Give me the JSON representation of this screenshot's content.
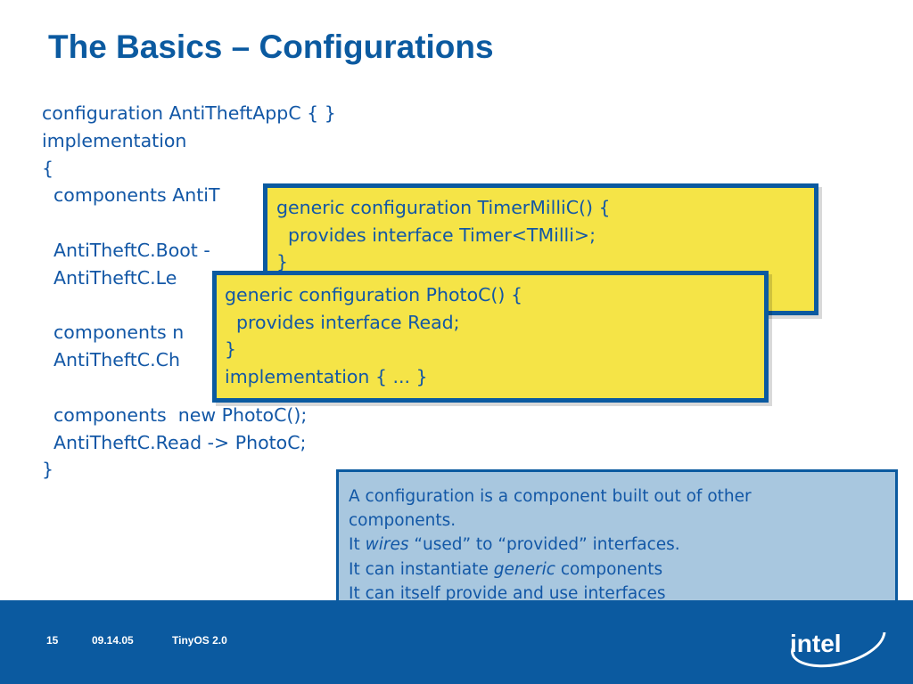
{
  "title": "The Basics – Configurations",
  "code_lines": [
    "configuration AntiTheftAppC { }",
    "implementation",
    "{",
    "  components AntiT",
    "",
    "  AntiTheftC.Boot -",
    "  AntiTheftC.Le",
    "",
    "  components n",
    "  AntiTheftC.Ch",
    "",
    "  components  new PhotoC();",
    "  AntiTheftC.Read -> PhotoC;",
    "}"
  ],
  "timer_box": {
    "lines": [
      "generic configuration TimerMilliC() {",
      "  provides interface Timer<TMilli>;",
      "}"
    ]
  },
  "photo_box": {
    "lines": [
      "generic configuration PhotoC() {",
      "  provides interface Read;",
      "}",
      "implementation { ... }"
    ]
  },
  "note": {
    "line1": "A configuration is a component built out of other",
    "line2": "components.",
    "line3_pre": "It ",
    "line3_em": "wires",
    "line3_post": " “used” to “provided” interfaces.",
    "line4_pre": "It can instantiate ",
    "line4_em": "generic",
    "line4_post": " components",
    "line5": "It can itself provide and use interfaces"
  },
  "footer": {
    "page": "15",
    "date": "09.14.05",
    "name": "TinyOS 2.0"
  },
  "logo": {
    "text": "intel",
    "color": "#ffffff"
  },
  "colors": {
    "brand_blue": "#0b5aa0",
    "text_blue": "#1257a6",
    "box_yellow": "#f5e447",
    "note_blue": "#a8c7df"
  }
}
